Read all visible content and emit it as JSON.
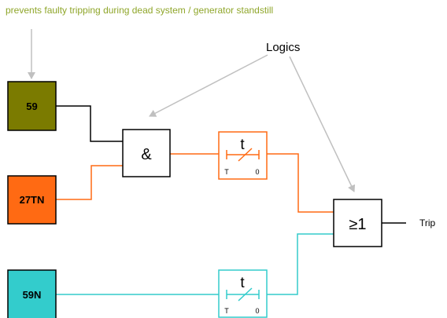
{
  "header_note": "prevents faulty tripping during dead system / generator standstill",
  "callout_label": "Logics",
  "relays": {
    "r59": {
      "label": "59",
      "color": "#7b7b00"
    },
    "r27tn": {
      "label": "27TN",
      "color": "#ff6a13"
    },
    "r59n": {
      "label": "59N",
      "color": "#33cccc"
    }
  },
  "and_gate": {
    "symbol": "&"
  },
  "or_gate": {
    "symbol": "≥1"
  },
  "timer_orange": {
    "symbol": "t",
    "left_label": "T",
    "right_label": "0",
    "color": "#ff6a13"
  },
  "timer_cyan": {
    "symbol": "t",
    "left_label": "T",
    "right_label": "0",
    "color": "#33cccc"
  },
  "output": {
    "label": "Trip"
  },
  "colors": {
    "arrow": "#c0c0c0",
    "note": "#8fa62a",
    "line_black": "#000000"
  }
}
